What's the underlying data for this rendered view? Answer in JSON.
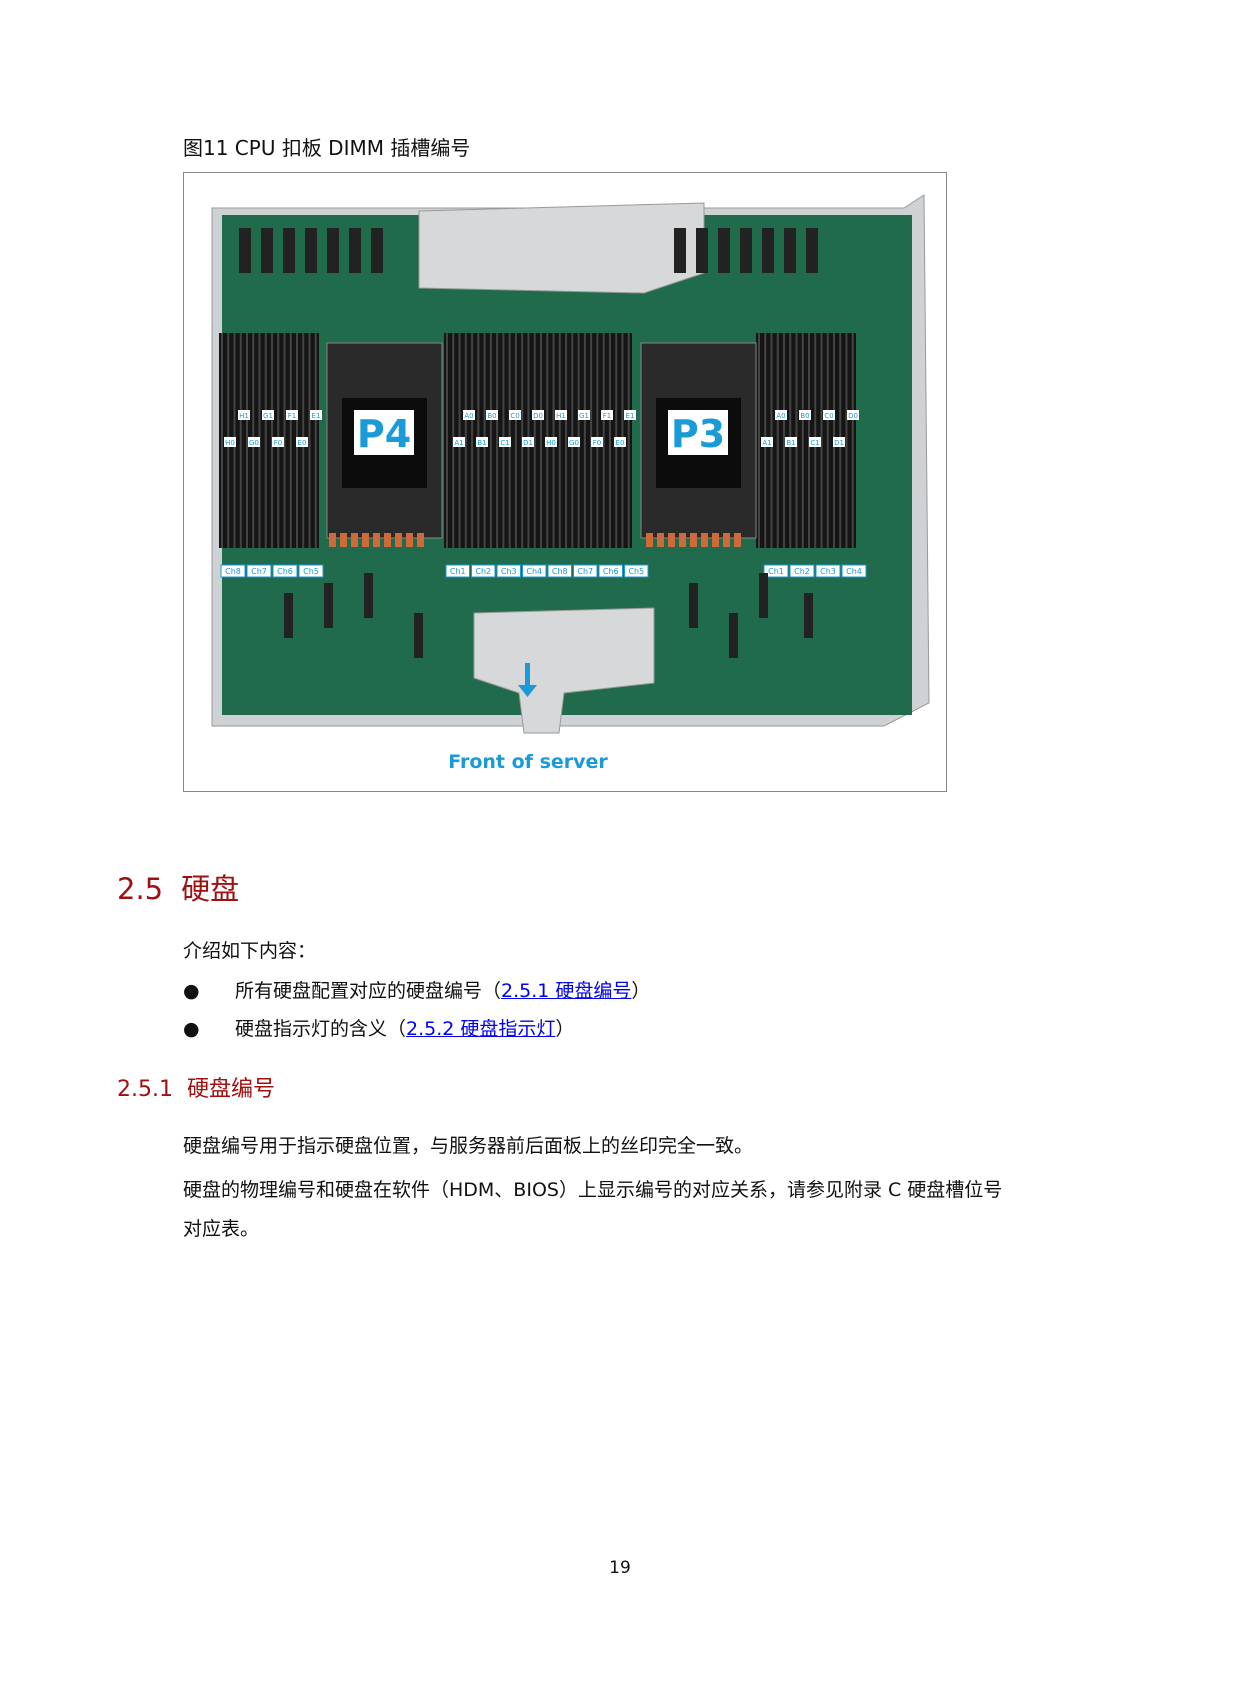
{
  "figure": {
    "caption": "图11 CPU 扣板 DIMM 插槽编号",
    "cpu_labels": [
      "P4",
      "P3"
    ],
    "front_label": "Front of server",
    "label_color": "#1a9ad6",
    "dimm_left_top": [
      "H1",
      "G1",
      "F1",
      "E1"
    ],
    "dimm_left_bottom": [
      "H0",
      "G0",
      "F0",
      "E0"
    ],
    "dimm_mid_top": [
      "A0",
      "B0",
      "C0",
      "D0",
      "H1",
      "G1",
      "F1",
      "E1"
    ],
    "dimm_mid_bottom": [
      "A1",
      "B1",
      "C1",
      "D1",
      "H0",
      "G0",
      "F0",
      "E0"
    ],
    "dimm_right_top": [
      "A0",
      "B0",
      "C0",
      "D0"
    ],
    "dimm_right_bottom": [
      "A1",
      "B1",
      "C1",
      "D1"
    ],
    "channels_left": [
      "Ch8",
      "Ch7",
      "Ch6",
      "Ch5"
    ],
    "channels_mid": [
      "Ch1",
      "Ch2",
      "Ch3",
      "Ch4",
      "Ch8",
      "Ch7",
      "Ch6",
      "Ch5"
    ],
    "channels_right": [
      "Ch1",
      "Ch2",
      "Ch3",
      "Ch4"
    ]
  },
  "section": {
    "number": "2.5",
    "title": "硬盘"
  },
  "intro": "介绍如下内容：",
  "bullets": [
    {
      "prefix": "所有硬盘配置对应的硬盘编号（",
      "link": "2.5.1  硬盘编号",
      "suffix": "）"
    },
    {
      "prefix": "硬盘指示灯的含义（",
      "link": "2.5.2  硬盘指示灯",
      "suffix": "）"
    }
  ],
  "subsection": {
    "number": "2.5.1",
    "title": "硬盘编号"
  },
  "paragraphs": [
    "硬盘编号用于指示硬盘位置，与服务器前后面板上的丝印完全一致。",
    "硬盘的物理编号和硬盘在软件（HDM、BIOS）上显示编号的对应关系，请参见附录 C 硬盘槽位号",
    "对应表。"
  ],
  "page_number": "19"
}
